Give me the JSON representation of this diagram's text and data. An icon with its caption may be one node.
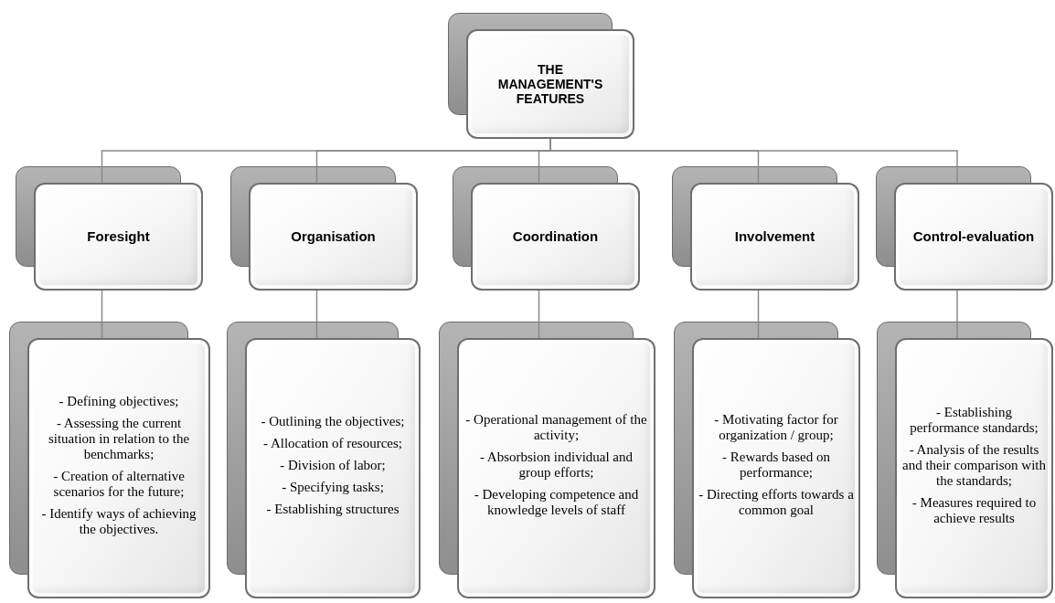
{
  "diagram": {
    "nodes": [
      {
        "text": [
          "THE MANAGEMENT'S FEATURES"
        ]
      },
      {
        "text": [
          "Foresight"
        ]
      },
      {
        "text": [
          "Organisation"
        ]
      },
      {
        "text": [
          "Coordination"
        ]
      },
      {
        "text": [
          "Involvement"
        ]
      },
      {
        "text": [
          "Control-evaluation"
        ]
      },
      {
        "text": [
          "- Defining objectives;",
          "- Assessing the current situation in relation to the benchmarks;",
          "- Creation of alternative scenarios for the future;",
          "- Identify ways of achieving the objectives."
        ]
      },
      {
        "text": [
          "- Outlining the objectives;",
          "- Allocation of resources;",
          "- Division of labor;",
          "- Specifying tasks;",
          "- Establishing structures"
        ]
      },
      {
        "text": [
          "- Operational management of the activity;",
          "- Absorbsion individual and group efforts;",
          "- Developing competence and knowledge levels of staff"
        ]
      },
      {
        "text": [
          "- Motivating factor for organization / group;",
          "- Rewards based on performance;",
          "- Directing efforts towards a common goal"
        ]
      },
      {
        "text": [
          "- Establishing performance standards;",
          "- Analysis of the results and their comparison with the standards;",
          "- Measures required to achieve results"
        ]
      }
    ],
    "edges": [
      {
        "from": 0,
        "to": 1,
        "arrow": "none"
      },
      {
        "from": 0,
        "to": 2,
        "arrow": "none"
      },
      {
        "from": 0,
        "to": 3,
        "arrow": "none"
      },
      {
        "from": 0,
        "to": 4,
        "arrow": "none"
      },
      {
        "from": 0,
        "to": 5,
        "arrow": "none"
      },
      {
        "from": 1,
        "to": 6,
        "arrow": "none"
      },
      {
        "from": 2,
        "to": 7,
        "arrow": "none"
      },
      {
        "from": 3,
        "to": 8,
        "arrow": "none"
      },
      {
        "from": 4,
        "to": 9,
        "arrow": "none"
      },
      {
        "from": 5,
        "to": 10,
        "arrow": "none"
      }
    ]
  }
}
